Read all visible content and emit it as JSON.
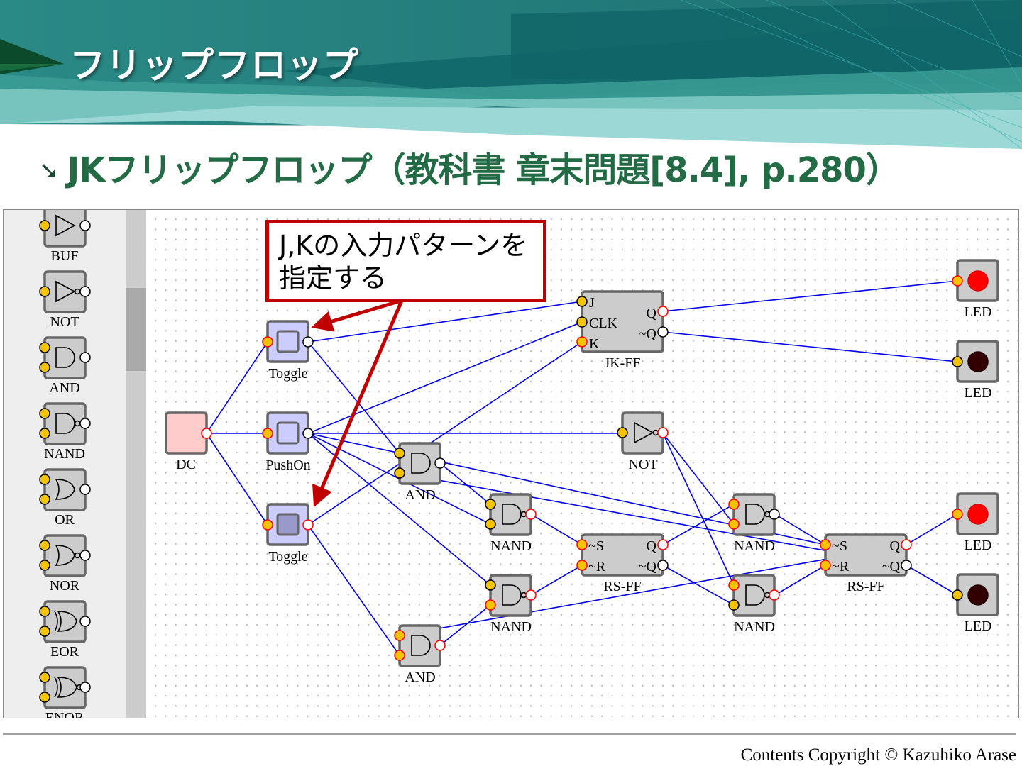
{
  "slide": {
    "title": "フリップフロップ",
    "subtitle": "JKフリップフロップ（教科書 章末問題[8.4], p.280）",
    "subtitle_bullet_icon": "arrow-down-right-icon",
    "copyright": "Contents Copyright © Kazuhiko Arase",
    "theme_colors": {
      "header_teal": "#1e7b7b",
      "subtitle_green": "#236b44",
      "callout_red": "#c00000",
      "wire_blue": "#0000ee"
    }
  },
  "callout": {
    "text": "J,Kの入力パターンを\n指定する"
  },
  "palette": {
    "items": [
      {
        "label": "BUF",
        "icon": "buffer-gate-icon"
      },
      {
        "label": "NOT",
        "icon": "not-gate-icon"
      },
      {
        "label": "AND",
        "icon": "and-gate-icon"
      },
      {
        "label": "NAND",
        "icon": "nand-gate-icon"
      },
      {
        "label": "OR",
        "icon": "or-gate-icon"
      },
      {
        "label": "NOR",
        "icon": "nor-gate-icon"
      },
      {
        "label": "EOR",
        "icon": "xor-gate-icon"
      },
      {
        "label": "ENOR",
        "icon": "xnor-gate-icon"
      }
    ]
  },
  "circuit": {
    "components": [
      {
        "id": "dc",
        "type": "DC",
        "label": "DC",
        "output_on": true
      },
      {
        "id": "toggle1",
        "type": "Toggle",
        "label": "Toggle",
        "pressed": false
      },
      {
        "id": "pushon",
        "type": "PushOn",
        "label": "PushOn",
        "pressed": false
      },
      {
        "id": "toggle2",
        "type": "Toggle",
        "label": "Toggle",
        "pressed": true
      },
      {
        "id": "and1",
        "type": "AND",
        "label": "AND"
      },
      {
        "id": "and2",
        "type": "AND",
        "label": "AND"
      },
      {
        "id": "nand1",
        "type": "NAND",
        "label": "NAND"
      },
      {
        "id": "nand2",
        "type": "NAND",
        "label": "NAND"
      },
      {
        "id": "nand3",
        "type": "NAND",
        "label": "NAND"
      },
      {
        "id": "nand4",
        "type": "NAND",
        "label": "NAND"
      },
      {
        "id": "not1",
        "type": "NOT",
        "label": "NOT"
      },
      {
        "id": "rsff1",
        "type": "RS-FF",
        "label": "RS-FF",
        "pins": [
          "~S",
          "~R",
          "Q",
          "~Q"
        ]
      },
      {
        "id": "rsff2",
        "type": "RS-FF",
        "label": "RS-FF",
        "pins": [
          "~S",
          "~R",
          "Q",
          "~Q"
        ]
      },
      {
        "id": "jkff",
        "type": "JK-FF",
        "label": "JK-FF",
        "pins": [
          "J",
          "CLK",
          "K",
          "Q",
          "~Q"
        ]
      },
      {
        "id": "led1",
        "type": "LED",
        "label": "LED",
        "on": true
      },
      {
        "id": "led2",
        "type": "LED",
        "label": "LED",
        "on": false
      },
      {
        "id": "led3",
        "type": "LED",
        "label": "LED",
        "on": true
      },
      {
        "id": "led4",
        "type": "LED",
        "label": "LED",
        "on": false
      }
    ],
    "wires": [
      [
        "dc.out",
        "toggle1.in"
      ],
      [
        "dc.out",
        "pushon.in"
      ],
      [
        "dc.out",
        "toggle2.in"
      ],
      [
        "toggle1.out",
        "jkff.J"
      ],
      [
        "toggle1.out",
        "and1.in1"
      ],
      [
        "pushon.out",
        "jkff.CLK"
      ],
      [
        "pushon.out",
        "not1.in"
      ],
      [
        "pushon.out",
        "nand1.in2"
      ],
      [
        "pushon.out",
        "nand2.in1"
      ],
      [
        "pushon.out",
        "rsff2.~S"
      ],
      [
        "toggle2.out",
        "jkff.K"
      ],
      [
        "toggle2.out",
        "and2.in2"
      ],
      [
        "and1.out",
        "nand1.in1"
      ],
      [
        "and2.out",
        "nand2.in2"
      ],
      [
        "and1.in2",
        "rsff2.~Q"
      ],
      [
        "and2.in1",
        "rsff2.Q"
      ],
      [
        "nand1.out",
        "rsff1.~S"
      ],
      [
        "nand2.out",
        "rsff1.~R"
      ],
      [
        "not1.out",
        "nand3.in2"
      ],
      [
        "not1.out",
        "nand4.in1"
      ],
      [
        "rsff1.Q",
        "nand3.in1"
      ],
      [
        "rsff1.~Q",
        "nand4.in2"
      ],
      [
        "nand3.out",
        "rsff2.~S"
      ],
      [
        "nand4.out",
        "rsff2.~R"
      ],
      [
        "jkff.Q",
        "led1.in"
      ],
      [
        "jkff.~Q",
        "led2.in"
      ],
      [
        "rsff2.Q",
        "led3.in"
      ],
      [
        "rsff2.~Q",
        "led4.in"
      ]
    ]
  }
}
